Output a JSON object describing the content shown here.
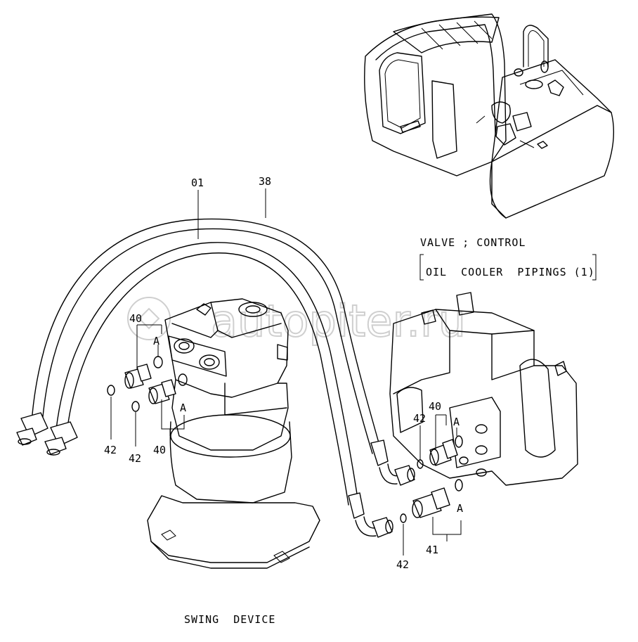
{
  "captions": {
    "valve_line1": "VALVE ; CONTROL",
    "valve_line2": "OIL  COOLER  PIPINGS (1)",
    "swing": "SWING  DEVICE"
  },
  "watermark": "autopiter.ru",
  "callouts": {
    "hose_inner": "01",
    "hose_outer": "38",
    "fitting_left_top": "40",
    "fitting_left_bottom": "40",
    "fitting_right_top": "40",
    "fitting_right_bottom": "41",
    "oring_left_1": "42",
    "oring_left_2": "42",
    "oring_right_top": "42",
    "oring_right_bottom": "42",
    "view_a_left_top": "A",
    "view_a_left_bottom": "A",
    "view_a_right_top": "A",
    "view_a_right_bottom": "A"
  }
}
